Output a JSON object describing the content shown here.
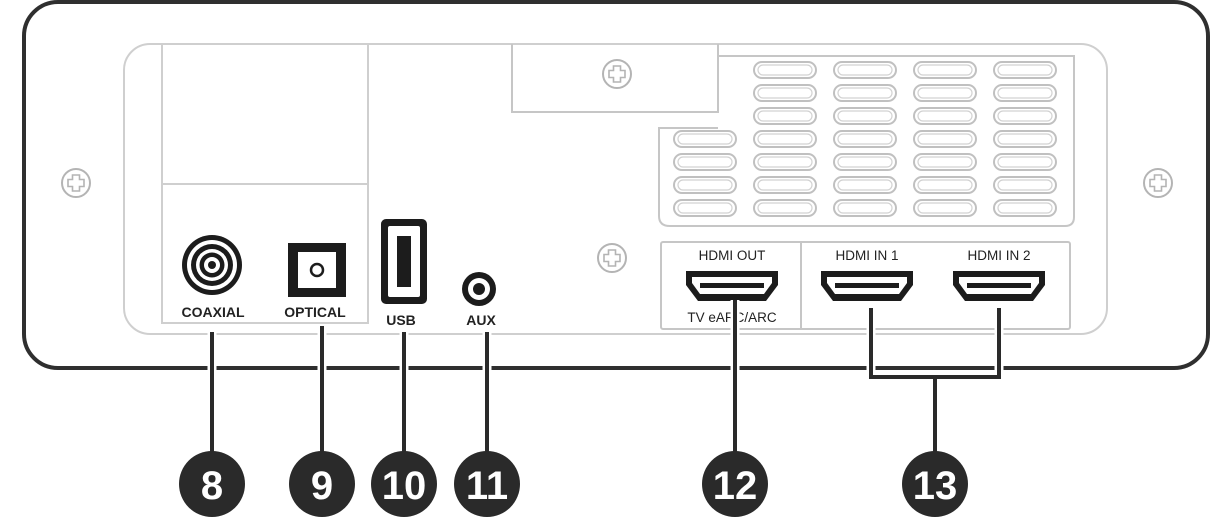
{
  "ports": {
    "coaxial": "COAXIAL",
    "optical": "OPTICAL",
    "usb": "USB",
    "aux": "AUX",
    "hdmi_out": "HDMI OUT",
    "hdmi_out_sub": "TV eARC/ARC",
    "hdmi_in_1": "HDMI IN 1",
    "hdmi_in_2": "HDMI IN 2"
  },
  "callouts": [
    "8",
    "9",
    "10",
    "11",
    "12",
    "13"
  ]
}
